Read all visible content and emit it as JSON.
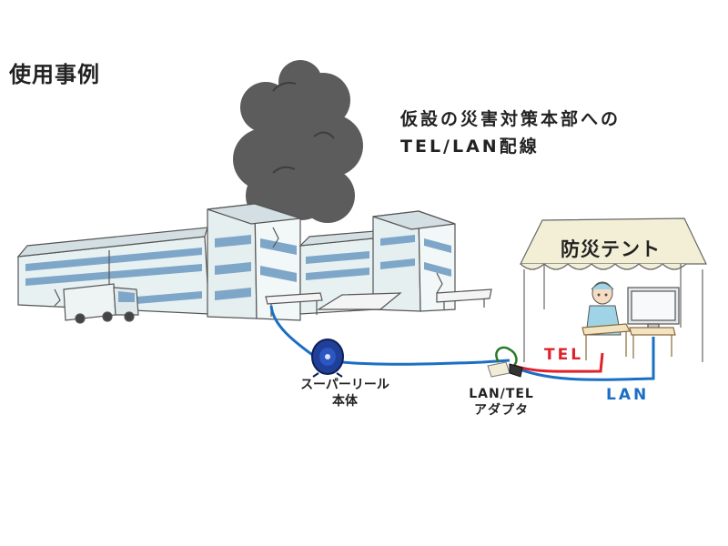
{
  "title": "使用事例",
  "caption": {
    "line1": "仮設の災害対策本部への",
    "line2": "TEL/LAN配線"
  },
  "tent": {
    "label": "防災テント"
  },
  "cables": {
    "tel_label": "TEL",
    "lan_label": "LAN",
    "tel_color": "#e0202a",
    "lan_color": "#1a6fc4"
  },
  "reel": {
    "label_line1": "スーパーリール",
    "label_line2": "本体",
    "color": "#1f3f99"
  },
  "adapter": {
    "label_line1": "LAN/TEL",
    "label_line2": "アダプタ"
  },
  "colors": {
    "smoke": "#595959",
    "building": "#e8f1f2",
    "window": "#7ea6c8",
    "tent_roof": "#f3efd6"
  }
}
